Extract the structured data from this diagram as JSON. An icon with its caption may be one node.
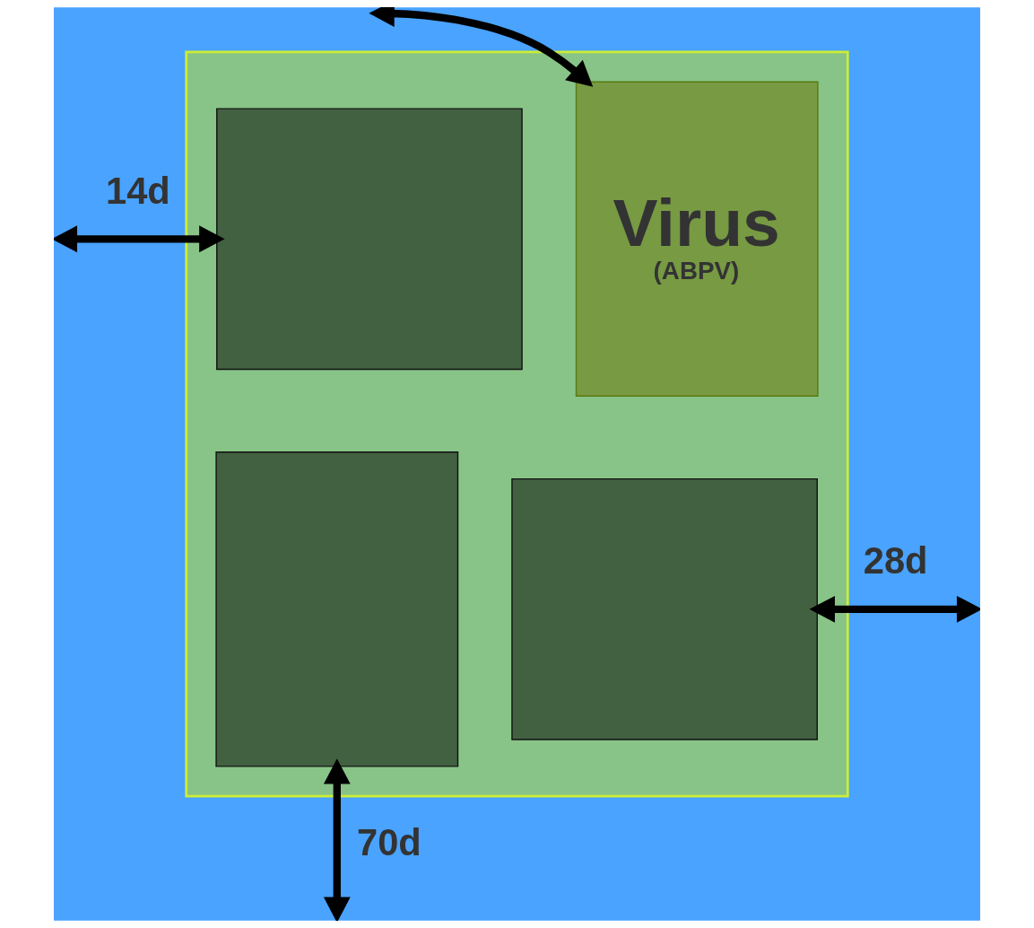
{
  "diagram": {
    "nodes": [
      {
        "text": [],
        "shape": "box"
      },
      {
        "text": [],
        "shape": "box",
        "in": 0
      },
      {
        "text": [
          "Virus",
          "(ABPV)"
        ],
        "in": 0
      },
      {
        "text": [],
        "shape": "box",
        "in": 0
      },
      {
        "text": [],
        "shape": "box",
        "in": 0
      }
    ],
    "edges": [
      {
        "from": null,
        "to": 1,
        "arrow": "both",
        "label": "14d"
      },
      {
        "from": null,
        "to": 2,
        "arrow": "both"
      },
      {
        "from": null,
        "to": 4,
        "arrow": "both",
        "label": "28d"
      },
      {
        "from": null,
        "to": 3,
        "arrow": "both",
        "label": "70d"
      }
    ]
  }
}
